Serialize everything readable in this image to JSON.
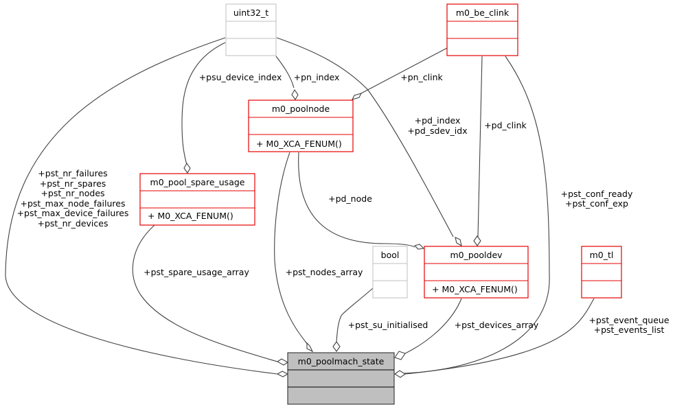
{
  "diagram": {
    "type": "collaboration-diagram",
    "classes": {
      "uint32_t": {
        "name": "uint32_t",
        "style": "external",
        "methods": []
      },
      "m0_be_clink": {
        "name": "m0_be_clink",
        "style": "documented",
        "methods": []
      },
      "m0_poolnode": {
        "name": "m0_poolnode",
        "style": "documented",
        "methods": [
          "+ M0_XCA_FENUM()"
        ]
      },
      "m0_pool_spare_usage": {
        "name": "m0_pool_spare_usage",
        "style": "documented",
        "methods": [
          "+ M0_XCA_FENUM()"
        ]
      },
      "bool": {
        "name": "bool",
        "style": "external",
        "methods": []
      },
      "m0_pooldev": {
        "name": "m0_pooldev",
        "style": "documented",
        "methods": [
          "+ M0_XCA_FENUM()"
        ]
      },
      "m0_tl": {
        "name": "m0_tl",
        "style": "documented",
        "methods": []
      },
      "m0_poolmach_state": {
        "name": "m0_poolmach_state",
        "style": "focus",
        "methods": []
      }
    },
    "edges": [
      {
        "id": "uint32-to-state",
        "from": "uint32_t",
        "to": "m0_poolmach_state",
        "labels": [
          "+pst_nr_failures",
          "+pst_nr_spares",
          "+pst_nr_nodes",
          "+pst_max_node_failures",
          "+pst_max_device_failures",
          "+pst_nr_devices"
        ]
      },
      {
        "id": "uint32-to-spare",
        "from": "uint32_t",
        "to": "m0_pool_spare_usage",
        "labels": [
          "+psu_device_index"
        ]
      },
      {
        "id": "uint32-to-poolnode",
        "from": "uint32_t",
        "to": "m0_poolnode",
        "labels": [
          "+pn_index"
        ]
      },
      {
        "id": "uint32-to-pooldev",
        "from": "uint32_t",
        "to": "m0_pooldev",
        "labels": [
          "+pd_index",
          "+pd_sdev_idx"
        ]
      },
      {
        "id": "clink-to-poolnode",
        "from": "m0_be_clink",
        "to": "m0_poolnode",
        "labels": [
          "+pn_clink"
        ]
      },
      {
        "id": "clink-to-pooldev",
        "from": "m0_be_clink",
        "to": "m0_pooldev",
        "labels": [
          "+pd_clink"
        ]
      },
      {
        "id": "clink-to-state",
        "from": "m0_be_clink",
        "to": "m0_poolmach_state",
        "labels": [
          "+pst_conf_ready",
          "+pst_conf_exp"
        ]
      },
      {
        "id": "poolnode-to-pooldev",
        "from": "m0_poolnode",
        "to": "m0_pooldev",
        "labels": [
          "+pd_node"
        ]
      },
      {
        "id": "poolnode-to-state",
        "from": "m0_poolnode",
        "to": "m0_poolmach_state",
        "labels": [
          "+pst_nodes_array"
        ]
      },
      {
        "id": "spare-to-state",
        "from": "m0_pool_spare_usage",
        "to": "m0_poolmach_state",
        "labels": [
          "+pst_spare_usage_array"
        ]
      },
      {
        "id": "bool-to-state",
        "from": "bool",
        "to": "m0_poolmach_state",
        "labels": [
          "+pst_su_initialised"
        ]
      },
      {
        "id": "pooldev-to-state",
        "from": "m0_pooldev",
        "to": "m0_poolmach_state",
        "labels": [
          "+pst_devices_array"
        ]
      },
      {
        "id": "tl-to-state",
        "from": "m0_tl",
        "to": "m0_poolmach_state",
        "labels": [
          "+pst_event_queue",
          "+pst_events_list"
        ]
      }
    ]
  },
  "colors": {
    "documented_border": "#e50000",
    "external_border": "#bfbfbf",
    "focus_fill": "#bfbfbf",
    "focus_border": "#404040",
    "edge": "#404040"
  }
}
